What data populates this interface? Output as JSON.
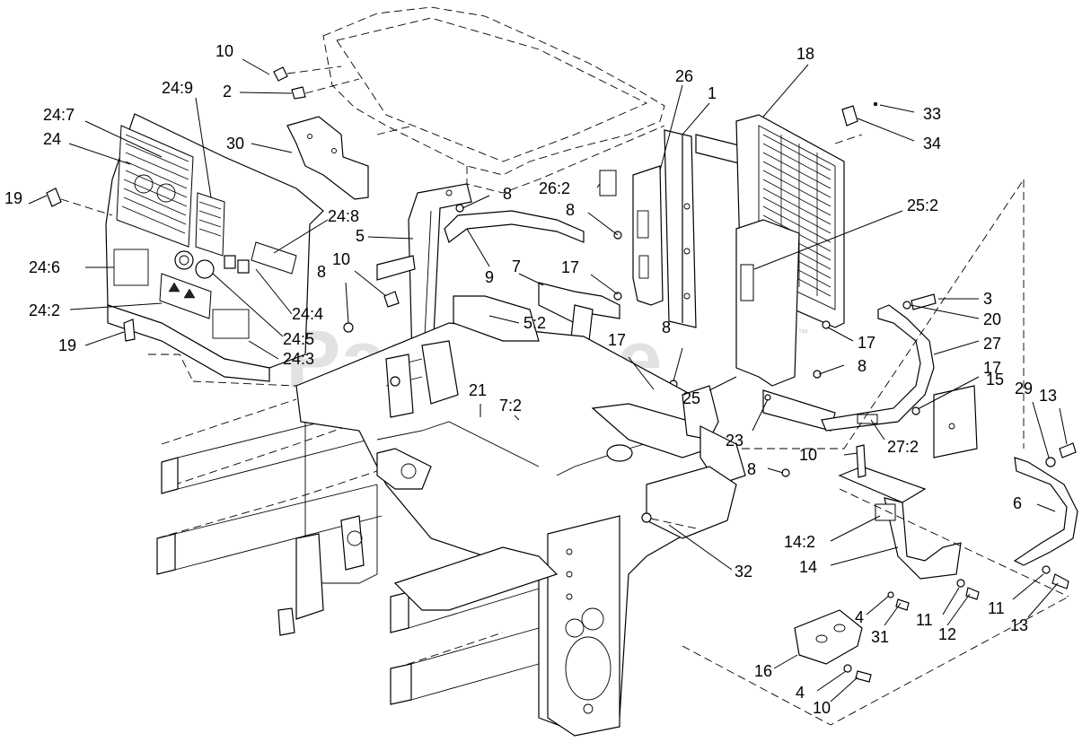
{
  "watermark": {
    "text": "PartsTree",
    "trademark": "™"
  },
  "callouts": [
    {
      "id": "c1",
      "text": "10"
    },
    {
      "id": "c2",
      "text": "2"
    },
    {
      "id": "c3",
      "text": "24:9"
    },
    {
      "id": "c4",
      "text": "24:7"
    },
    {
      "id": "c5",
      "text": "24"
    },
    {
      "id": "c6",
      "text": "30"
    },
    {
      "id": "c7",
      "text": "19"
    },
    {
      "id": "c8",
      "text": "24:8"
    },
    {
      "id": "c9",
      "text": "5"
    },
    {
      "id": "c10",
      "text": "8"
    },
    {
      "id": "c11",
      "text": "9"
    },
    {
      "id": "c12",
      "text": "24:6"
    },
    {
      "id": "c13",
      "text": "10"
    },
    {
      "id": "c14",
      "text": "8"
    },
    {
      "id": "c15",
      "text": "24:2"
    },
    {
      "id": "c16",
      "text": "24:4"
    },
    {
      "id": "c17",
      "text": "24:5"
    },
    {
      "id": "c18",
      "text": "19"
    },
    {
      "id": "c19",
      "text": "24:3"
    },
    {
      "id": "c20",
      "text": "5:2"
    },
    {
      "id": "c21",
      "text": "7"
    },
    {
      "id": "c22",
      "text": "17"
    },
    {
      "id": "c23",
      "text": "26"
    },
    {
      "id": "c24",
      "text": "1"
    },
    {
      "id": "c25",
      "text": "26:2"
    },
    {
      "id": "c26",
      "text": "8"
    },
    {
      "id": "c27",
      "text": "18"
    },
    {
      "id": "c28",
      "text": "33"
    },
    {
      "id": "c29",
      "text": "34"
    },
    {
      "id": "c30",
      "text": "25:2"
    },
    {
      "id": "c31",
      "text": "3"
    },
    {
      "id": "c32",
      "text": "20"
    },
    {
      "id": "c33",
      "text": "27"
    },
    {
      "id": "c34",
      "text": "17"
    },
    {
      "id": "c35",
      "text": "8"
    },
    {
      "id": "c36",
      "text": "17"
    },
    {
      "id": "c37",
      "text": "25"
    },
    {
      "id": "c38",
      "text": "17"
    },
    {
      "id": "c39",
      "text": "8"
    },
    {
      "id": "c40",
      "text": "7:2"
    },
    {
      "id": "c41",
      "text": "21"
    },
    {
      "id": "c42",
      "text": "23"
    },
    {
      "id": "c43",
      "text": "27:2"
    },
    {
      "id": "c44",
      "text": "15"
    },
    {
      "id": "c45",
      "text": "13"
    },
    {
      "id": "c46",
      "text": "29"
    },
    {
      "id": "c47",
      "text": "10"
    },
    {
      "id": "c48",
      "text": "8"
    },
    {
      "id": "c49",
      "text": "6"
    },
    {
      "id": "c50",
      "text": "14:2"
    },
    {
      "id": "c51",
      "text": "14"
    },
    {
      "id": "c52",
      "text": "32"
    },
    {
      "id": "c53",
      "text": "4"
    },
    {
      "id": "c54",
      "text": "31"
    },
    {
      "id": "c55",
      "text": "11"
    },
    {
      "id": "c56",
      "text": "12"
    },
    {
      "id": "c57",
      "text": "11"
    },
    {
      "id": "c58",
      "text": "13"
    },
    {
      "id": "c59",
      "text": "16"
    },
    {
      "id": "c60",
      "text": "4"
    },
    {
      "id": "c61",
      "text": "10"
    }
  ]
}
